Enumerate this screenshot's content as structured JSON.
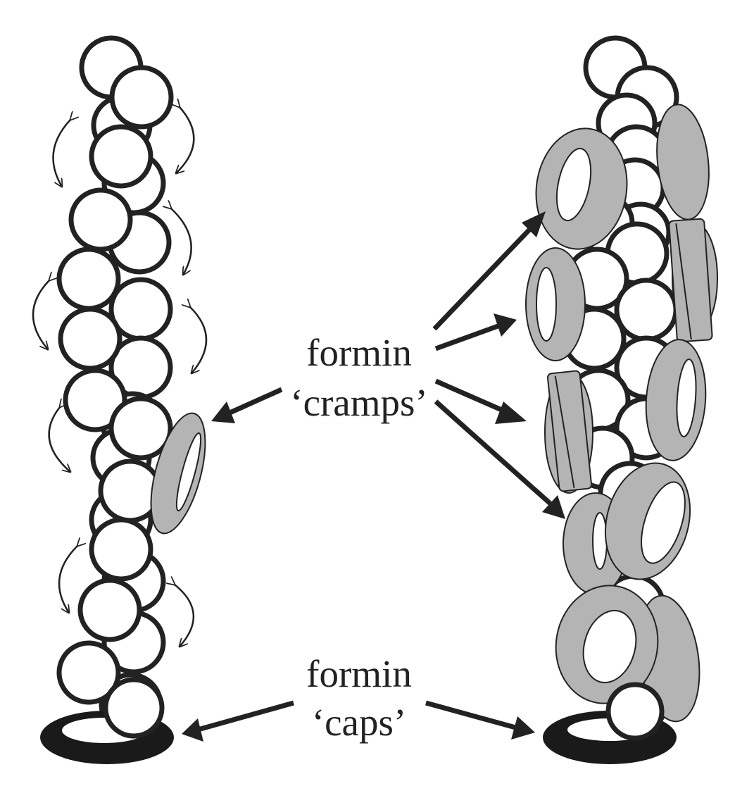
{
  "labels": {
    "cramps_line1": "formin",
    "cramps_line2": "‘cramps’",
    "caps_line1": "formin",
    "caps_line2": "‘caps’"
  },
  "colors": {
    "actin_fill": "#ffffff",
    "outline": "#222222",
    "formin_fill": "#b4b4b4",
    "cap_fill": "#1a1a1a"
  }
}
